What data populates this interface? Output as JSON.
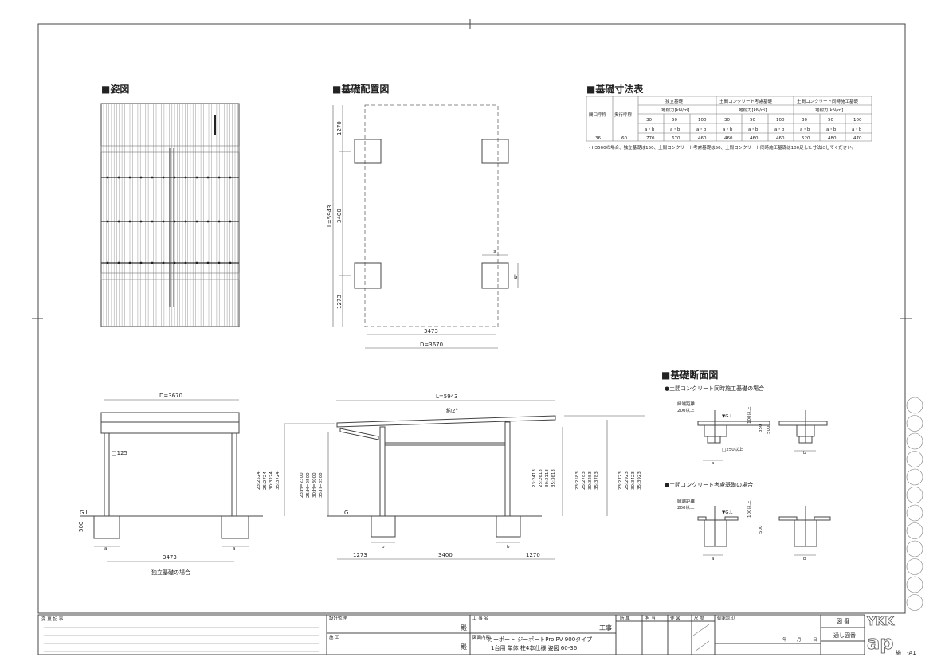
{
  "headings": {
    "elevation": "■姿図",
    "layout": "■基礎配置図",
    "dimension_table": "■基礎寸法表",
    "section": "■基礎断面図"
  },
  "layout_plan": {
    "top": "1270",
    "middle": "3400",
    "bottom": "1273",
    "total": "L=5943",
    "width_inner": "3473",
    "width_total": "D=3670",
    "a": "a",
    "b": "b"
  },
  "table": {
    "col_span": "間口呼称",
    "col_depth": "奥行呼称",
    "groups": [
      "独立基礎",
      "土間コンクリート考慮基礎",
      "土間コンクリート同時施工基礎"
    ],
    "bearing": "地耐力[kN/㎡]",
    "loads": [
      "30",
      "50",
      "100",
      "30",
      "50",
      "100",
      "30",
      "50",
      "100"
    ],
    "ab": "a・b",
    "row": {
      "span": "36",
      "depth": "60",
      "values": [
        "770",
        "670",
        "460",
        "460",
        "460",
        "460",
        "520",
        "480",
        "470"
      ]
    },
    "note": "・H3500の場合、独立基礎は150、土間コンクリート考慮基礎は50、土間コンクリート同時施工基礎は100足した寸法にしてください。"
  },
  "side_view": {
    "width": "D=3670",
    "post": "□125",
    "gl": "G.L",
    "depth": "500",
    "span": "3473",
    "a": "a",
    "caption": "独立基礎の場合",
    "heights": [
      "23:2524",
      "25:2724",
      "30:3224",
      "35:3724"
    ]
  },
  "front_view": {
    "length": "L=5943",
    "slope": "約2°",
    "gl": "G.L",
    "post_heights": [
      "23:H=2300",
      "25:H=2500",
      "30:H=3000",
      "35:H=3500"
    ],
    "mid_heights": [
      "23:2413",
      "25:2613",
      "30:3113",
      "35:3613"
    ],
    "rear_heights": [
      "23:2583",
      "25:2783",
      "30:3283",
      "35:3783"
    ],
    "top_heights": [
      "23:2723",
      "25:2923",
      "30:3423",
      "35:3923"
    ],
    "dims": [
      "1273",
      "3400",
      "1270"
    ],
    "b": "b"
  },
  "section": {
    "case1": "●土間コンクリート同時施工基礎の場合",
    "case2": "●土間コンクリート考慮基礎の場合",
    "edge": "縁端距離",
    "edge_val": "200以上",
    "gl": "▼G.L",
    "over": "100以上",
    "d350": "350",
    "d500": "500",
    "sq": "□250以上",
    "a": "a",
    "b": "b"
  },
  "title_block": {
    "change_log": "変 更 記 事",
    "design_supervision": "設計監理",
    "construction": "施 工",
    "sama": "殿",
    "project_name_label": "工 事 名",
    "project_suffix": "工事",
    "drawing_content_label": "図面内容",
    "drawing_line1": "カーポート ジーポートPro PV 900タイプ",
    "drawing_line2": "1台用 単体 柱4本仕様 姿図 60-36",
    "cells": [
      "所 属",
      "担 当",
      "作 図",
      "尺 度"
    ],
    "approval": "御承認印",
    "date": [
      "年",
      "月",
      "日"
    ],
    "drawing_no": "図 番",
    "serial_no": "通し図番",
    "logo": "YKK ap",
    "sheet": "施工-A1"
  }
}
